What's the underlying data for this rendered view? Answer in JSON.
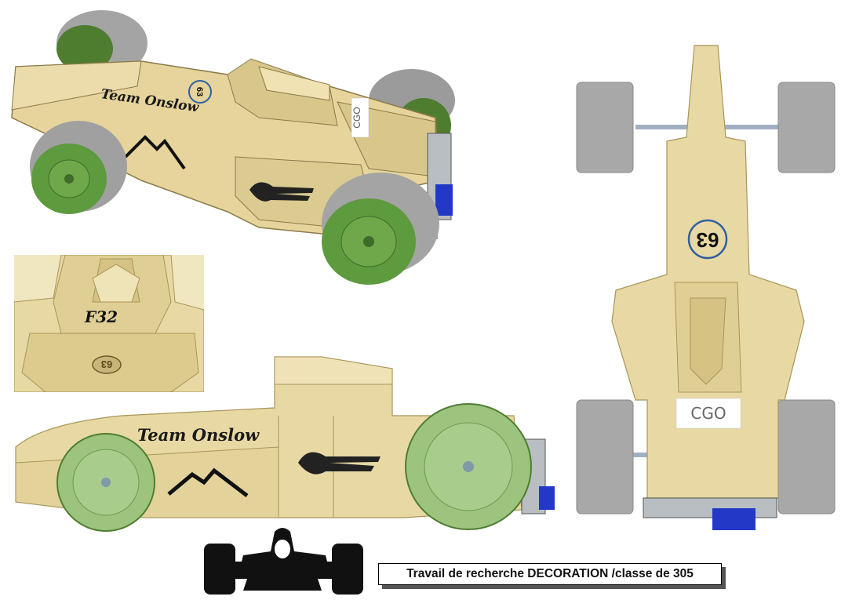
{
  "views": {
    "iso": {
      "team": "Team Onslow",
      "number": "63"
    },
    "front": {
      "label": "F32",
      "number": "63"
    },
    "side": {
      "team": "Team Onslow"
    },
    "top": {
      "number": "63",
      "logo": "CGO"
    }
  },
  "caption": "Travail de recherche DECORATION /classe de 305",
  "colors": {
    "body": "#e8d9a4",
    "body_shade": "#cbb67a",
    "outline": "#8a7a4a",
    "wheel_green": "#5e9a3e",
    "wheel_green_light": "#9cc47e",
    "tire": "#a8a8a8",
    "badge_blue": "#2e5fa0",
    "motor_blue": "#2438c8"
  }
}
